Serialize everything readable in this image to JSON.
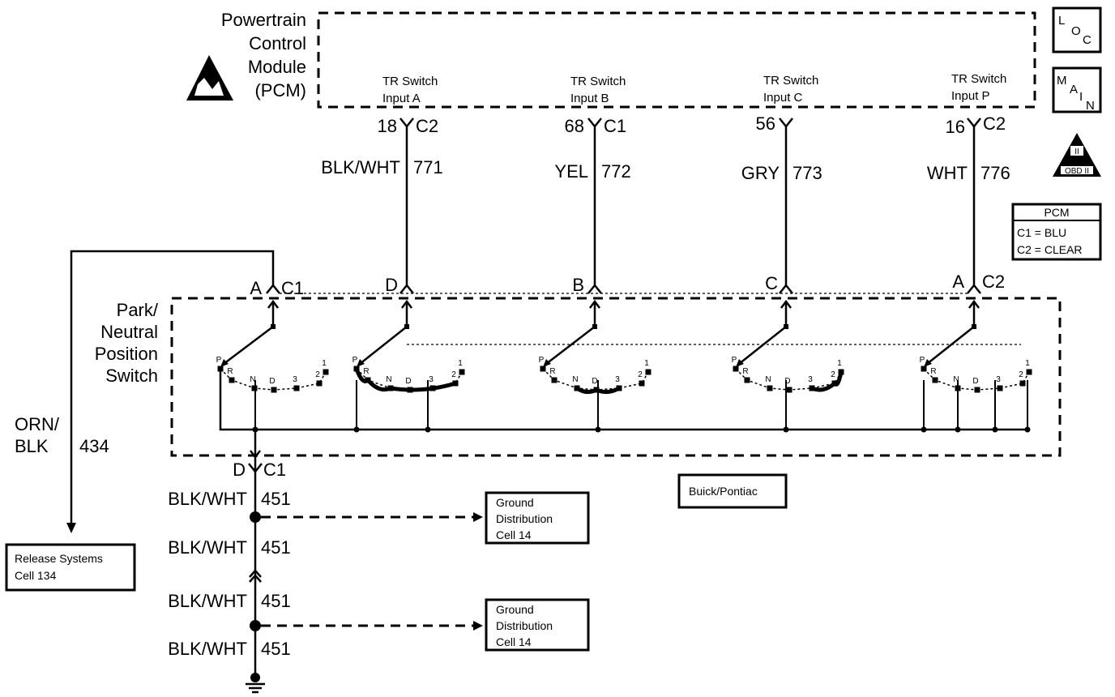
{
  "pcm": {
    "title_lines": [
      "Powertrain",
      "Control",
      "Module",
      "(PCM)"
    ],
    "inputs": [
      {
        "line1": "TR Switch",
        "line2": "Input A",
        "pin": "18",
        "conn": "C2",
        "color": "BLK/WHT",
        "circuit": "771",
        "sw_pin": "D"
      },
      {
        "line1": "TR Switch",
        "line2": "Input B",
        "pin": "68",
        "conn": "C1",
        "color": "YEL",
        "circuit": "772",
        "sw_pin": "B"
      },
      {
        "line1": "TR Switch",
        "line2": "Input C",
        "pin": "56",
        "conn": "",
        "color": "GRY",
        "circuit": "773",
        "sw_pin": "C"
      },
      {
        "line1": "TR Switch",
        "line2": "Input P",
        "pin": "16",
        "conn": "C2",
        "color": "WHT",
        "circuit": "776",
        "sw_pin": "A",
        "sw_conn": "C2"
      }
    ]
  },
  "legend": {
    "loc": [
      "L",
      "O",
      "C"
    ],
    "main": [
      "M",
      "A",
      "I",
      "N"
    ],
    "obd": [
      "II",
      "OBD II"
    ],
    "pcm_table": {
      "title": "PCM",
      "rows": [
        "C1 = BLU",
        "C2 = CLEAR"
      ]
    }
  },
  "switch": {
    "title_lines": [
      "Park/",
      "Neutral",
      "Position",
      "Switch"
    ],
    "left_pin": "A",
    "left_conn": "C1",
    "positions": [
      "P",
      "R",
      "N",
      "D",
      "3",
      "2",
      "1"
    ]
  },
  "release_wire": {
    "color_lines": [
      "ORN/",
      "BLK"
    ],
    "circuit": "434"
  },
  "ground": {
    "pin": "D",
    "conn": "C1",
    "segments": [
      {
        "color": "BLK/WHT",
        "circuit": "451"
      },
      {
        "color": "BLK/WHT",
        "circuit": "451"
      },
      {
        "color": "BLK/WHT",
        "circuit": "451"
      },
      {
        "color": "BLK/WHT",
        "circuit": "451"
      }
    ]
  },
  "refs": {
    "ground_cell_1": [
      "Ground",
      "Distribution",
      "Cell 14"
    ],
    "ground_cell_2": [
      "Ground",
      "Distribution",
      "Cell 14"
    ],
    "release": [
      "Release Systems",
      "Cell 134"
    ],
    "model": "Buick/Pontiac"
  }
}
